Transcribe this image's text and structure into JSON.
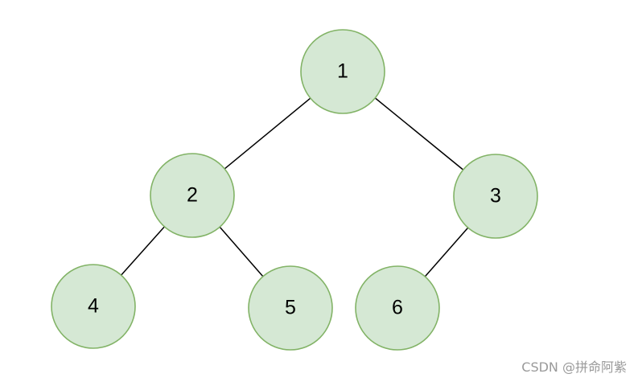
{
  "diagram": {
    "type": "binary-tree",
    "colors": {
      "node_fill": "#d5e8d4",
      "node_stroke": "#82b366",
      "edge": "#000000",
      "label": "#000000"
    },
    "nodes": [
      {
        "id": "n1",
        "label": "1"
      },
      {
        "id": "n2",
        "label": "2"
      },
      {
        "id": "n3",
        "label": "3"
      },
      {
        "id": "n4",
        "label": "4"
      },
      {
        "id": "n5",
        "label": "5"
      },
      {
        "id": "n6",
        "label": "6"
      }
    ],
    "edges": [
      {
        "from": "n1",
        "to": "n2"
      },
      {
        "from": "n1",
        "to": "n3"
      },
      {
        "from": "n2",
        "to": "n4"
      },
      {
        "from": "n2",
        "to": "n5"
      },
      {
        "from": "n3",
        "to": "n6"
      }
    ]
  },
  "watermark": "CSDN @拼命阿紫"
}
